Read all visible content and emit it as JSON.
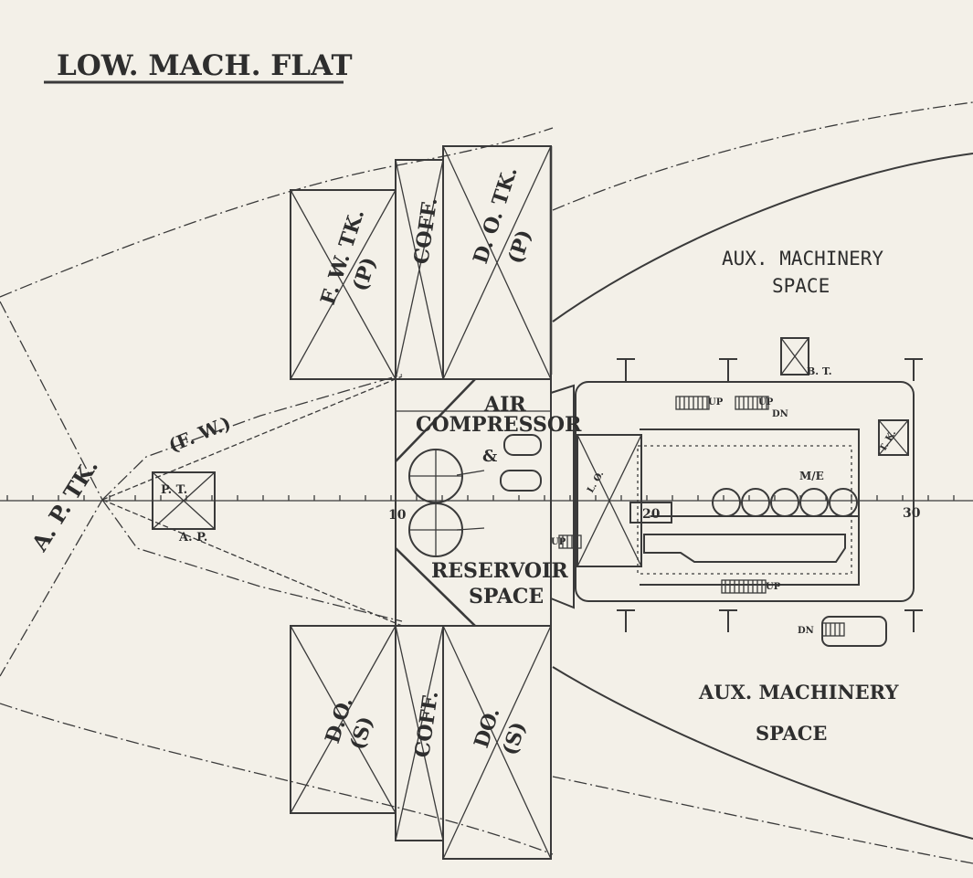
{
  "title": "LOW. MACH. FLAT",
  "labels": {
    "ap_tank": "A. P. TK.",
    "fw": "(F. W.)",
    "pt": "P. T.",
    "ap_mark": "A. P.",
    "fw_tank_p_1": "F. W. TK.",
    "fw_tank_p_2": "(P)",
    "coff_p": "COFF.",
    "do_tank_p_1": "D. O. TK.",
    "do_tank_p_2": "(P)",
    "do_s_left_1": "D.O.",
    "do_s_left_2": "(S)",
    "coff_s": "COFF.",
    "do_s_right_1": "DO.",
    "do_s_right_2": "(S)",
    "air_1": "AIR",
    "air_2": "COMPRESSOR",
    "amp": "&",
    "reservoir_1": "RESERVOIR",
    "reservoir_2": "SPACE",
    "aux_upper_1": "AUX. MACHINERY",
    "aux_upper_2": "SPACE",
    "aux_lower_1": "AUX. MACHINERY",
    "aux_lower_2": "SPACE",
    "bt": "B. T.",
    "me": "M/E",
    "frame_10": "10",
    "frame_20": "20",
    "frame_30": "30",
    "up_1": "UP",
    "up_2": "UP",
    "dn_1": "DN",
    "up_3": "UP",
    "up_4": "UP",
    "dn_2": "DN",
    "lo": "L. O.",
    "tank_r": "T. K."
  }
}
